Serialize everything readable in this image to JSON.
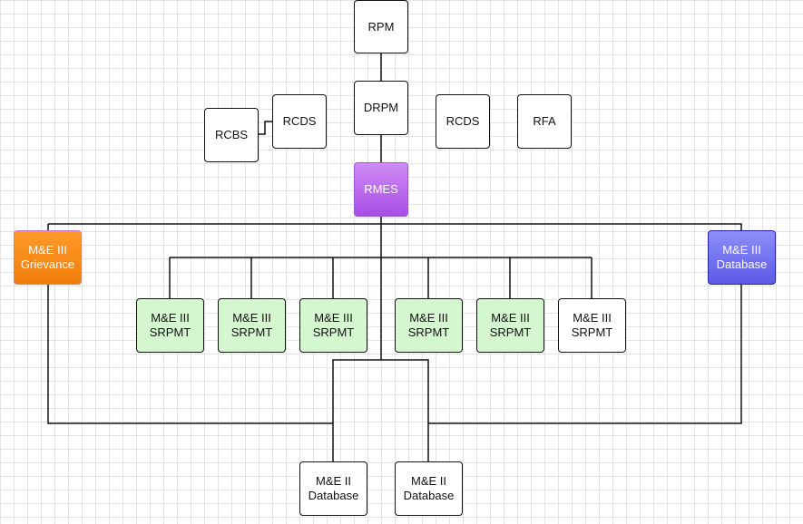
{
  "nodes": {
    "rpm": {
      "lines": [
        "RPM"
      ]
    },
    "drpm": {
      "lines": [
        "DRPM"
      ]
    },
    "rcbs": {
      "lines": [
        "RCBS"
      ]
    },
    "rcds_left": {
      "lines": [
        "RCDS"
      ]
    },
    "rcds_right": {
      "lines": [
        "RCDS"
      ]
    },
    "rfa": {
      "lines": [
        "RFA"
      ]
    },
    "rmes": {
      "lines": [
        "RMES"
      ]
    },
    "grievance": {
      "lines": [
        "M&E III",
        "Grievance"
      ]
    },
    "db_iii": {
      "lines": [
        "M&E III",
        "Database"
      ]
    },
    "srpmt_1": {
      "lines": [
        "M&E III",
        "SRPMT"
      ]
    },
    "srpmt_2": {
      "lines": [
        "M&E III",
        "SRPMT"
      ]
    },
    "srpmt_3": {
      "lines": [
        "M&E III",
        "SRPMT"
      ]
    },
    "srpmt_4": {
      "lines": [
        "M&E III",
        "SRPMT"
      ]
    },
    "srpmt_5": {
      "lines": [
        "M&E III",
        "SRPMT"
      ]
    },
    "srpmt_6": {
      "lines": [
        "M&E III",
        "SRPMT"
      ]
    },
    "db_ii_left": {
      "lines": [
        "M&E II",
        "Database"
      ]
    },
    "db_ii_right": {
      "lines": [
        "M&E II",
        "Database"
      ]
    }
  },
  "colors": {
    "green": "#d5f7cf",
    "purple": "#b46cf0",
    "orange": "#f48a1a",
    "blue": "#6c6cf0",
    "line": "#111111"
  }
}
